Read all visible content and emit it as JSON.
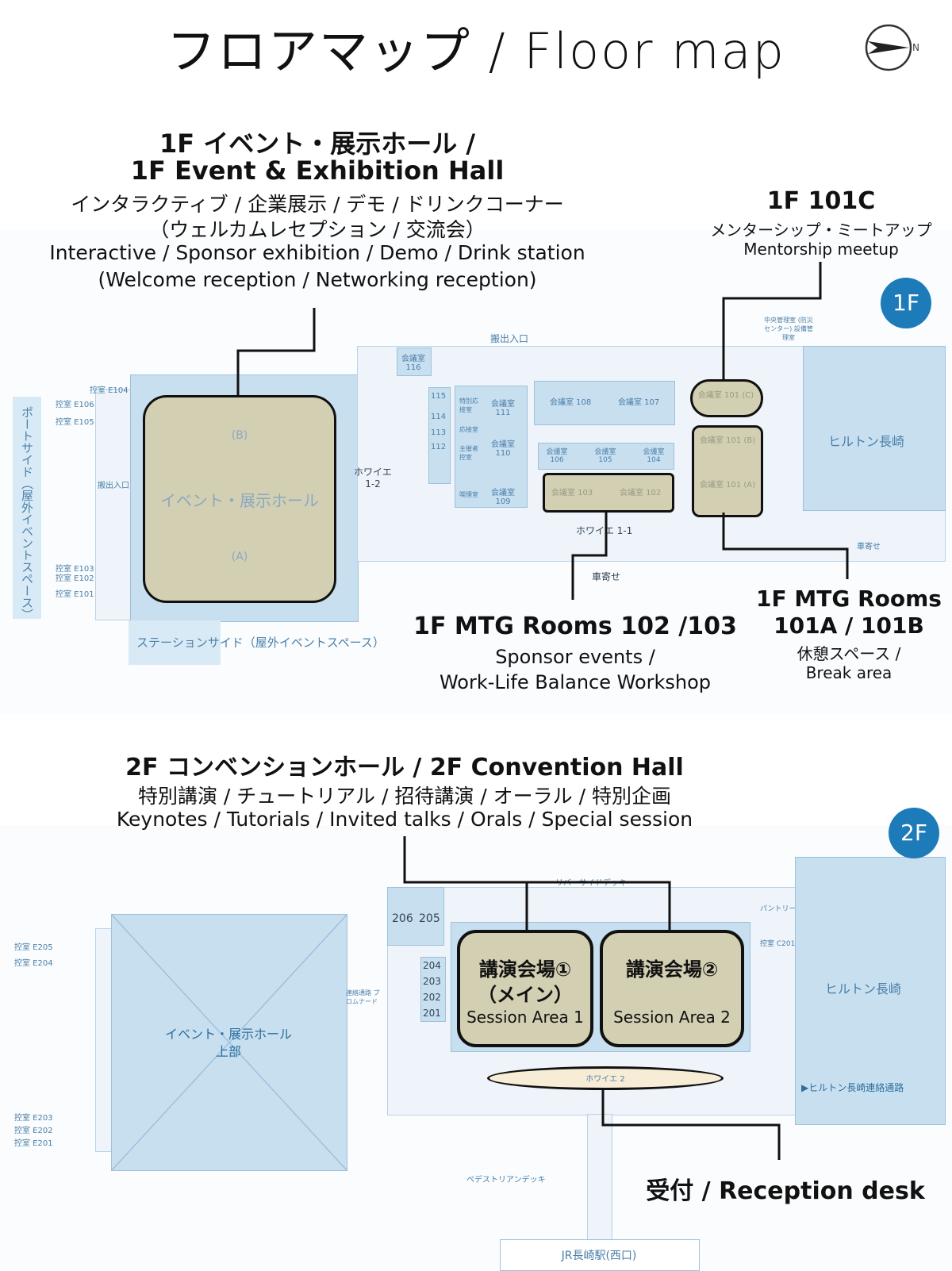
{
  "title": "フロアマップ / Floor map",
  "compass": {
    "letter": "N"
  },
  "floor1": {
    "badge": "1F",
    "hall_label": {
      "title_jp": "1F イベント・展示ホール /",
      "title_en": "1F  Event & Exhibition Hall",
      "desc_jp_1": "インタラクティブ / 企業展示 / デモ / ドリンクコーナー",
      "desc_jp_2": "（ウェルカムレセプション / 交流会）",
      "desc_en_1": "Interactive / Sponsor exhibition / Demo / Drink station",
      "desc_en_2": "(Welcome reception / Networking reception)"
    },
    "room101c_label": {
      "title": "1F 101C",
      "desc_jp": "メンターシップ・ミートアップ",
      "desc_en": "Mentorship meetup"
    },
    "mtg102_label": {
      "title": "1F MTG Rooms 102 /103",
      "desc_1": "Sponsor events /",
      "desc_2": "Work-Life Balance Workshop"
    },
    "mtg101_label": {
      "title_1": "1F MTG Rooms",
      "title_2": "101A / 101B",
      "desc_jp": "休憩スペース /",
      "desc_en": "Break area"
    },
    "map": {
      "portside": "ポートサイド（屋外イベントスペース）",
      "stationside": "ステーションサイド（屋外イベントスペース）",
      "hall_name": "イベント・展示ホール",
      "hall_b": "(B)",
      "hall_a": "(A)",
      "foyer_12": "ホワイエ 1-2",
      "foyer_11": "ホワイエ 1-1",
      "carry_in": "搬出入口",
      "carry_in_left": "搬出入口",
      "drop_off": "車寄せ",
      "drop_off_right": "車寄せ",
      "hilton": "ヒルトン長崎",
      "central_mgmt": "中央管理室 (防災センター) 設備管理室",
      "room116": "会議室 116",
      "room108": "会議室 108",
      "room107": "会議室 107",
      "room111": "会議室 111",
      "room110": "会議室 110",
      "room109": "会議室 109",
      "room106": "会議室 106",
      "room105": "会議室 105",
      "room104": "会議室 104",
      "room103": "会議室 103",
      "room102": "会議室 102",
      "room101c": "会議室 101 (C)",
      "room101b": "会議室 101 (B)",
      "room101a": "会議室 101 (A)",
      "small_rooms": [
        "115",
        "114",
        "113",
        "112"
      ],
      "special_rec": "特別応接室",
      "reception_room": "応接室",
      "organizer_room": "主催者控室",
      "smoking": "喫煙室",
      "ctrl_e104": "控室 E104",
      "ctrl_e106": "控室 E106",
      "ctrl_e105": "控室 E105",
      "ctrl_e103": "控室 E103",
      "ctrl_e102": "控室 E102",
      "ctrl_e101": "控室 E101"
    }
  },
  "floor2": {
    "badge": "2F",
    "hall_label": {
      "title": "2F コンベンションホール / 2F Convention Hall",
      "desc_jp": "特別講演 / チュートリアル / 招待講演 / オーラル / 特別企画",
      "desc_en": "Keynotes / Tutorials / Invited talks / Orals / Special session"
    },
    "session1": {
      "jp_1": "講演会場①",
      "jp_2": "（メイン）",
      "en": "Session Area 1"
    },
    "session2": {
      "jp": "講演会場②",
      "en": "Session Area 2"
    },
    "reception_label": "受付 / Reception desk",
    "map": {
      "upper_hall_1": "イベント・展示ホール",
      "upper_hall_2": "上部",
      "river_deck": "リバーサイドデッキ",
      "pantry": "パントリー",
      "ctrl_c201": "控室 C201",
      "hilton": "ヒルトン長崎",
      "hilton_link": "▶ヒルトン長崎連絡通路",
      "foyer2": "ホワイエ 2",
      "pedestrian_deck": "ペデストリアンデッキ",
      "jr_station": "JR長崎駅(西口)",
      "promenade": "連絡通路 プロムナード",
      "rooms_top": [
        "206",
        "205"
      ],
      "rooms_side": [
        "204",
        "203",
        "202",
        "201"
      ],
      "ctrl_e205": "控室 E205",
      "ctrl_e204": "控室 E204",
      "ctrl_e203": "控室 E203",
      "ctrl_e202": "控室 E202",
      "ctrl_e201": "控室 E201"
    }
  }
}
